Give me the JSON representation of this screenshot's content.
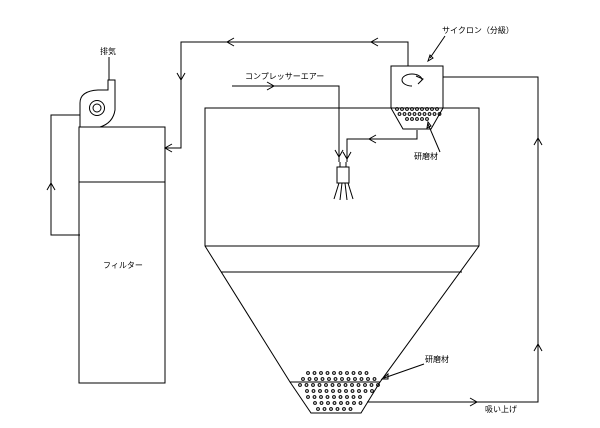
{
  "diagram": {
    "title": "",
    "labels": {
      "exhaust": "排気",
      "cyclone": "サイクロン（分級）",
      "compressor_air": "コンプレッサーエアー",
      "abrasive_top": "研磨材",
      "abrasive_bottom": "研磨材",
      "filter": "フィルター",
      "suction": "吸い上げ"
    },
    "line_color": "#000000",
    "background": "#ffffff"
  }
}
